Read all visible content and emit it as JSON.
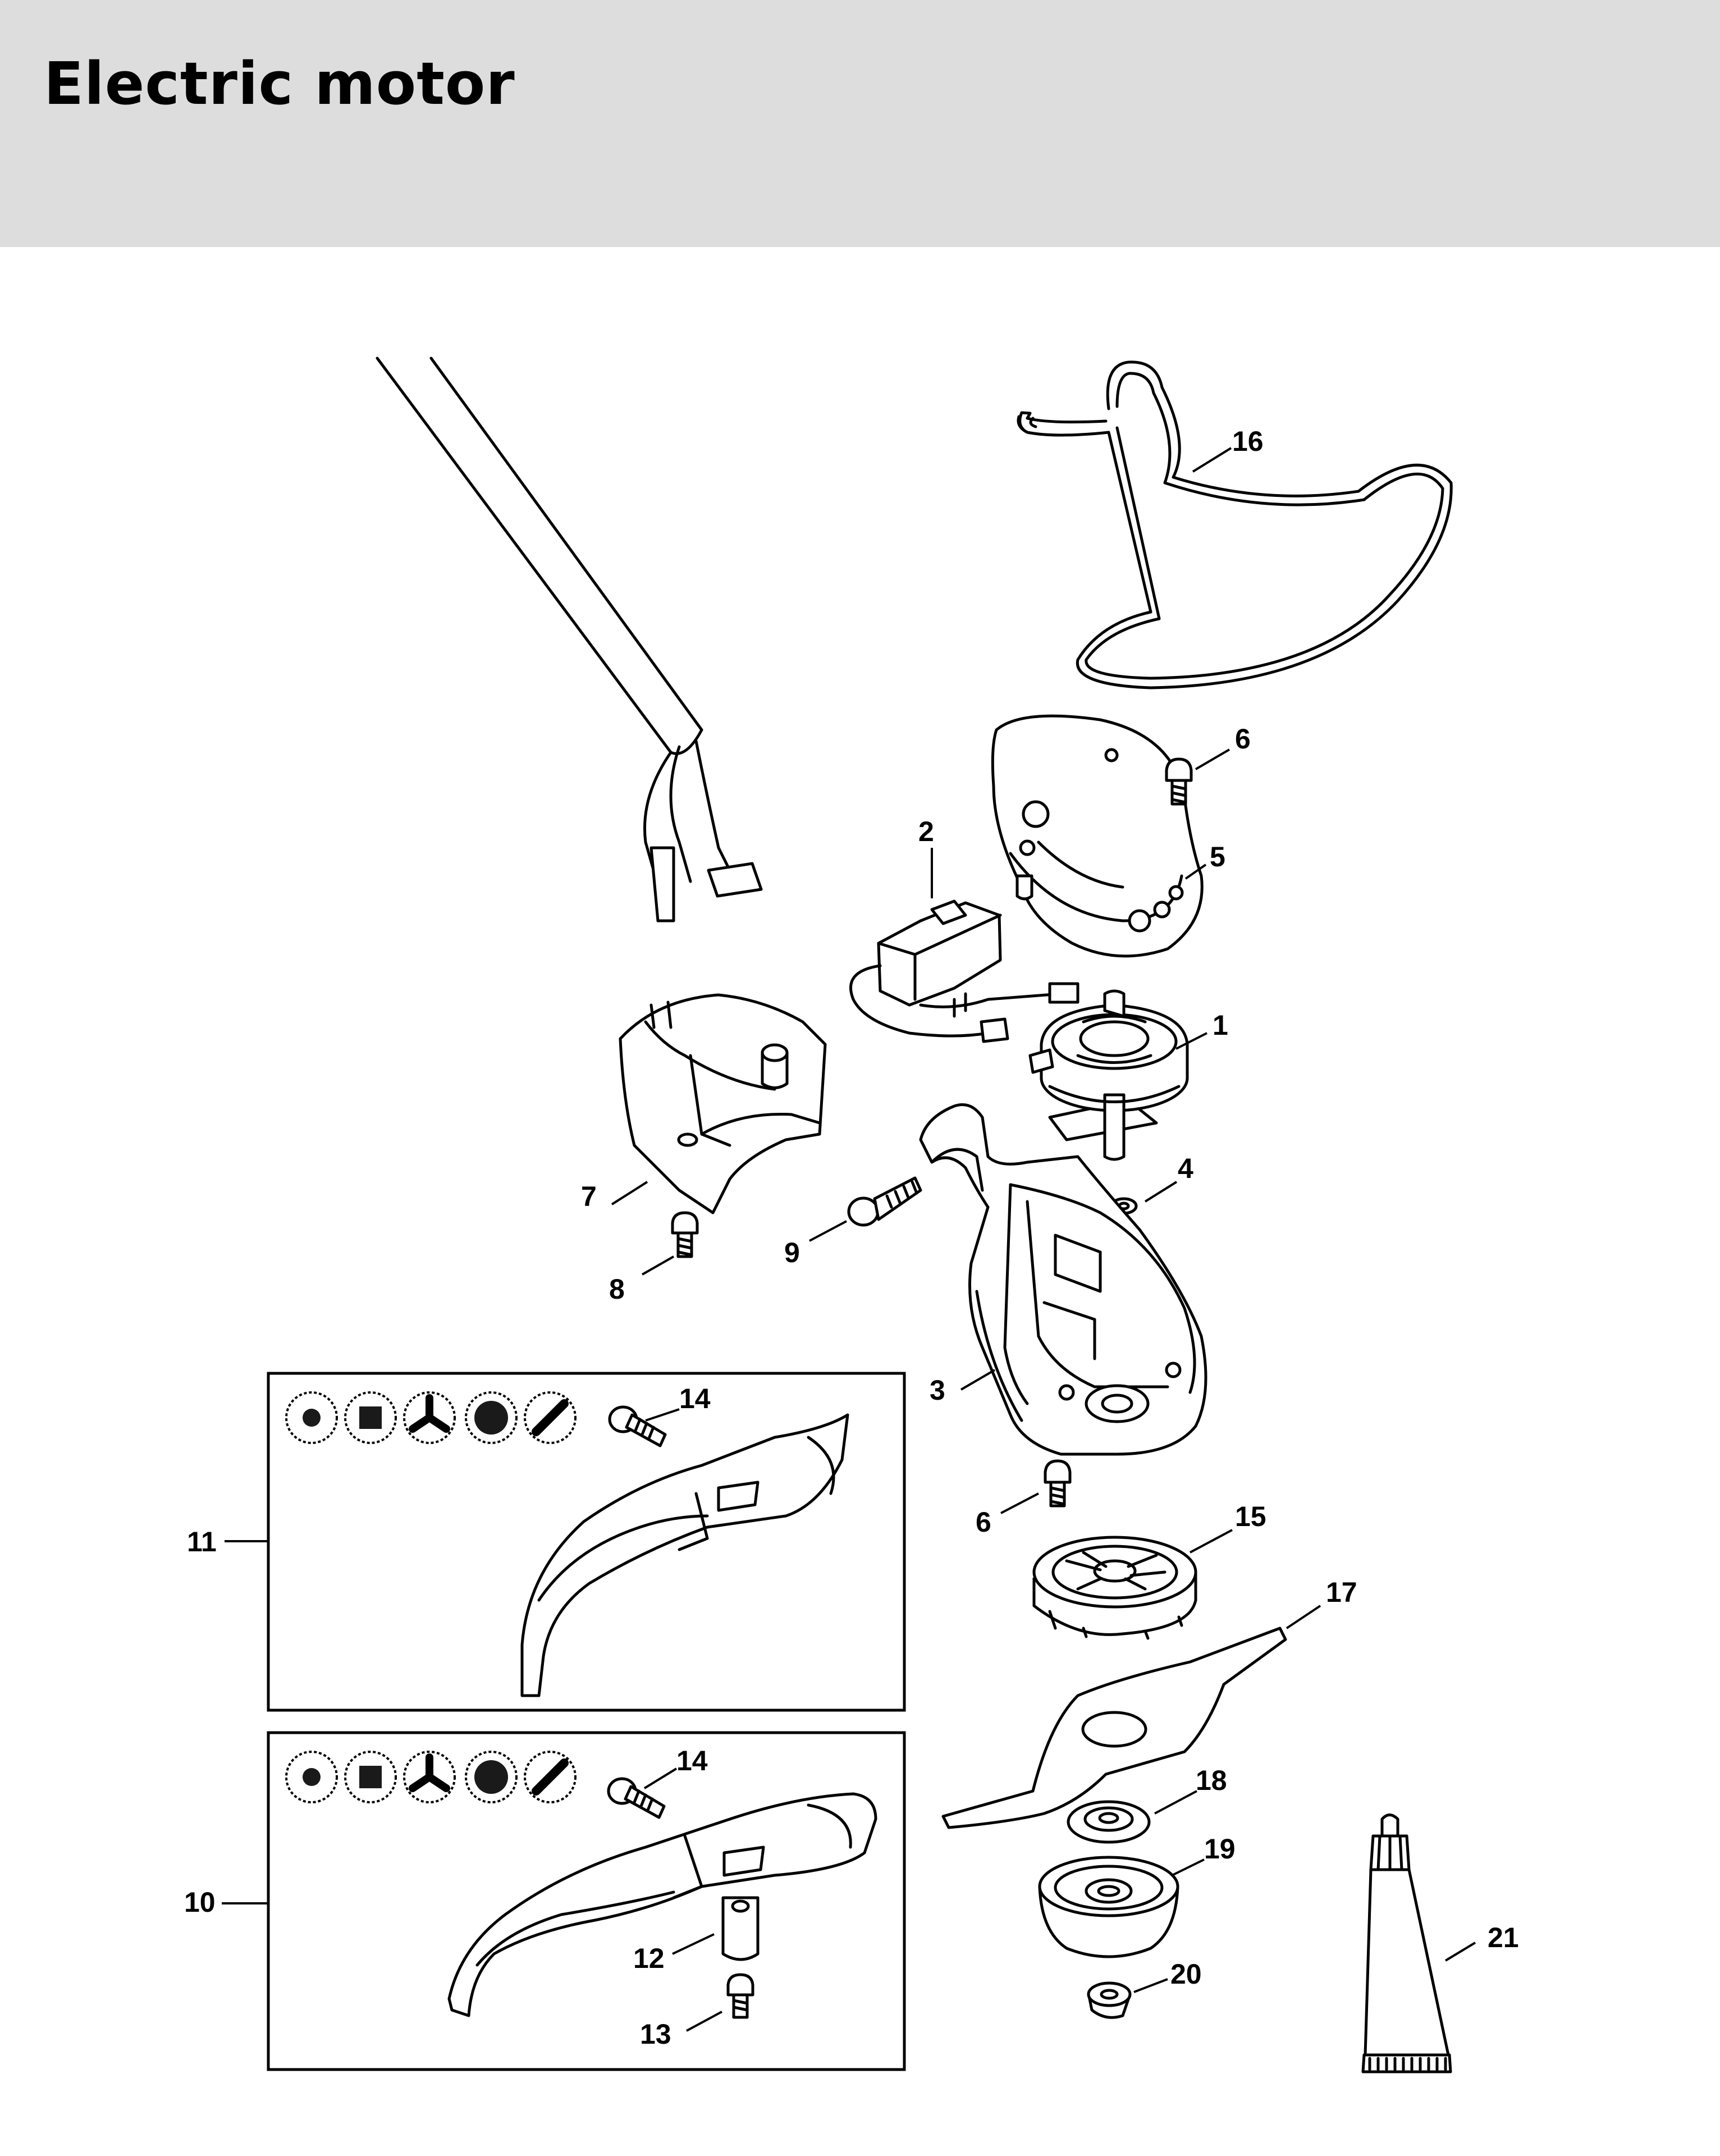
{
  "page": {
    "title": "Electric motor"
  },
  "colors": {
    "header_background": "#dcdddc",
    "line": "#000000",
    "background": "#ffffff"
  },
  "parts": {
    "p1": "1",
    "p2": "2",
    "p3": "3",
    "p4": "4",
    "p5": "5",
    "p6a": "6",
    "p6b": "6",
    "p7": "7",
    "p8": "8",
    "p9": "9",
    "p10": "10",
    "p11": "11",
    "p12": "12",
    "p13": "13",
    "p14a": "14",
    "p14b": "14",
    "p15": "15",
    "p16": "16",
    "p17": "17",
    "p18": "18",
    "p19": "19",
    "p20": "20",
    "p21": "21"
  },
  "icons": {
    "cutting_tool_symbols": [
      "mowing-head-icon",
      "grass-blade-icon",
      "three-tooth-blade-icon",
      "circular-saw-blade-icon",
      "two-tooth-blade-icon"
    ]
  }
}
